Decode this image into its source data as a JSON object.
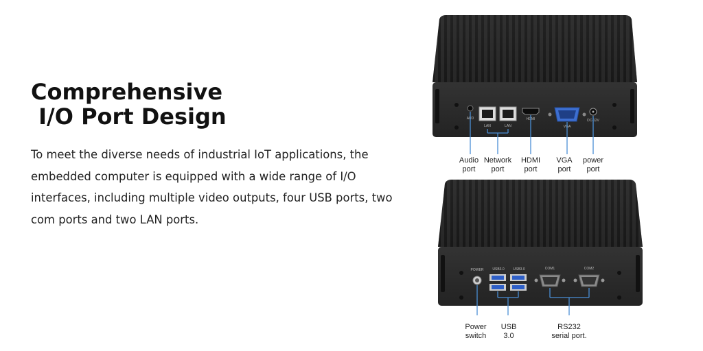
{
  "heading": {
    "line1": "Comprehensive",
    "line2": " I/O Port Design"
  },
  "description": "To meet the diverse needs of industrial IoT applications, the embedded computer is equipped with a wide range of I/O interfaces, including multiple video outputs, four USB ports, two com ports and two LAN ports.",
  "top_unit": {
    "silkscreen": {
      "audio": "AUD",
      "lan1": "LAN",
      "lan2": "LAN",
      "hdmi": "HDMI",
      "vga": "VGA",
      "power": "DC-12V"
    },
    "callouts": {
      "audio": {
        "l1": "Audio",
        "l2": "port"
      },
      "network": {
        "l1": "Network",
        "l2": "port"
      },
      "hdmi": {
        "l1": "HDMI",
        "l2": "port"
      },
      "vga": {
        "l1": "VGA",
        "l2": "port"
      },
      "power": {
        "l1": "power",
        "l2": "port"
      }
    }
  },
  "bottom_unit": {
    "silkscreen": {
      "power": "POWER",
      "usb1": "USB3.0",
      "usb2": "USB3.0",
      "com1": "COM1",
      "com2": "COM2"
    },
    "callouts": {
      "power_switch": {
        "l1": "Power",
        "l2": "switch"
      },
      "usb": {
        "l1": "USB",
        "l2": "3.0"
      },
      "serial": {
        "l1": "RS232",
        "l2": "serial port."
      }
    }
  },
  "colors": {
    "chassis": "#2b2b2b",
    "fins": "#1c1c1c",
    "leader_line": "#4a8fd6",
    "vga_port": "#3d6fd1"
  }
}
